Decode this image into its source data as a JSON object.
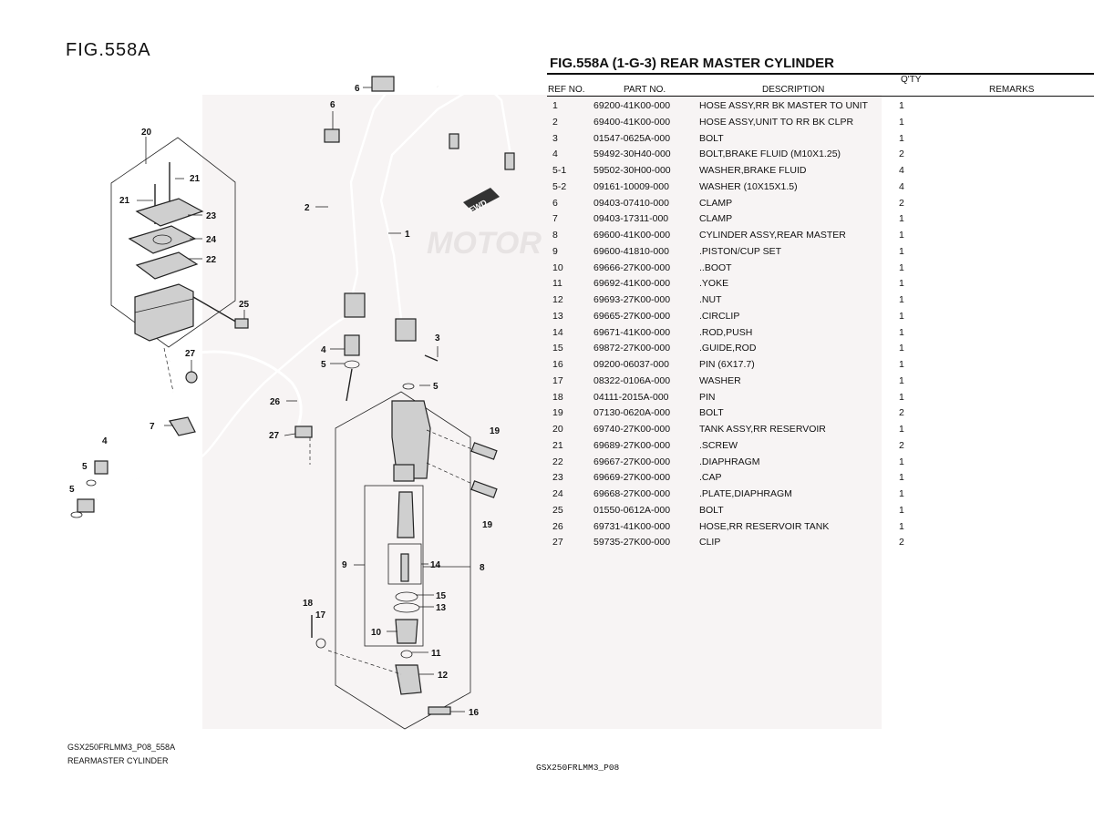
{
  "figure_label": "FIG.558A",
  "table": {
    "title": "FIG.558A (1-G-3) REAR MASTER CYLINDER",
    "headers": {
      "ref": "REF NO.",
      "part": "PART NO.",
      "desc": "DESCRIPTION",
      "qty": "Q'TY",
      "remarks": "REMARKS"
    },
    "rows": [
      {
        "ref": "1",
        "part": "69200-41K00-000",
        "desc": "HOSE ASSY,RR BK MASTER TO UNIT",
        "qty": "1"
      },
      {
        "ref": "2",
        "part": "69400-41K00-000",
        "desc": "HOSE ASSY,UNIT TO RR BK CLPR",
        "qty": "1"
      },
      {
        "ref": "3",
        "part": "01547-0625A-000",
        "desc": "BOLT",
        "qty": "1"
      },
      {
        "ref": "4",
        "part": "59492-30H40-000",
        "desc": "BOLT,BRAKE FLUID (M10X1.25)",
        "qty": "2"
      },
      {
        "ref": "5-1",
        "part": "59502-30H00-000",
        "desc": "WASHER,BRAKE FLUID",
        "qty": "4"
      },
      {
        "ref": "5-2",
        "part": "09161-10009-000",
        "desc": "WASHER (10X15X1.5)",
        "qty": "4"
      },
      {
        "ref": "6",
        "part": "09403-07410-000",
        "desc": "CLAMP",
        "qty": "2"
      },
      {
        "ref": "7",
        "part": "09403-17311-000",
        "desc": "CLAMP",
        "qty": "1"
      },
      {
        "ref": "8",
        "part": "69600-41K00-000",
        "desc": "CYLINDER ASSY,REAR MASTER",
        "qty": "1"
      },
      {
        "ref": "9",
        "part": "69600-41810-000",
        "desc": ".PISTON/CUP SET",
        "qty": "1"
      },
      {
        "ref": "10",
        "part": "69666-27K00-000",
        "desc": "..BOOT",
        "qty": "1"
      },
      {
        "ref": "11",
        "part": "69692-41K00-000",
        "desc": ".YOKE",
        "qty": "1"
      },
      {
        "ref": "12",
        "part": "69693-27K00-000",
        "desc": ".NUT",
        "qty": "1"
      },
      {
        "ref": "13",
        "part": "69665-27K00-000",
        "desc": ".CIRCLIP",
        "qty": "1"
      },
      {
        "ref": "14",
        "part": "69671-41K00-000",
        "desc": ".ROD,PUSH",
        "qty": "1"
      },
      {
        "ref": "15",
        "part": "69872-27K00-000",
        "desc": ".GUIDE,ROD",
        "qty": "1"
      },
      {
        "ref": "16",
        "part": "09200-06037-000",
        "desc": "PIN (6X17.7)",
        "qty": "1"
      },
      {
        "ref": "17",
        "part": "08322-0106A-000",
        "desc": "WASHER",
        "qty": "1"
      },
      {
        "ref": "18",
        "part": "04111-2015A-000",
        "desc": "PIN",
        "qty": "1"
      },
      {
        "ref": "19",
        "part": "07130-0620A-000",
        "desc": "BOLT",
        "qty": "2"
      },
      {
        "ref": "20",
        "part": "69740-27K00-000",
        "desc": "TANK ASSY,RR RESERVOIR",
        "qty": "1"
      },
      {
        "ref": "21",
        "part": "69689-27K00-000",
        "desc": ".SCREW",
        "qty": "2"
      },
      {
        "ref": "22",
        "part": "69667-27K00-000",
        "desc": ".DIAPHRAGM",
        "qty": "1"
      },
      {
        "ref": "23",
        "part": "69669-27K00-000",
        "desc": ".CAP",
        "qty": "1"
      },
      {
        "ref": "24",
        "part": "69668-27K00-000",
        "desc": ".PLATE,DIAPHRAGM",
        "qty": "1"
      },
      {
        "ref": "25",
        "part": "01550-0612A-000",
        "desc": "BOLT",
        "qty": "1"
      },
      {
        "ref": "26",
        "part": "69731-41K00-000",
        "desc": "HOSE,RR RESERVOIR TANK",
        "qty": "1"
      },
      {
        "ref": "27",
        "part": "59735-27K00-000",
        "desc": "CLIP",
        "qty": "2"
      }
    ]
  },
  "diagram": {
    "fwd_label": "FWD",
    "watermark_text": "MOTOR",
    "callouts": [
      "20",
      "21",
      "21",
      "23",
      "24",
      "22",
      "25",
      "27",
      "26",
      "27",
      "7",
      "4",
      "5",
      "5",
      "6",
      "6",
      "2",
      "1",
      "4",
      "5",
      "3",
      "5",
      "19",
      "19",
      "9",
      "14",
      "8",
      "15",
      "13",
      "10",
      "11",
      "12",
      "18",
      "17",
      "16"
    ]
  },
  "footer": {
    "left_line1": "GSX250FRLMM3_P08_558A",
    "left_line2": "REARMASTER CYLINDER",
    "center": "GSX250FRLMM3_P08"
  }
}
